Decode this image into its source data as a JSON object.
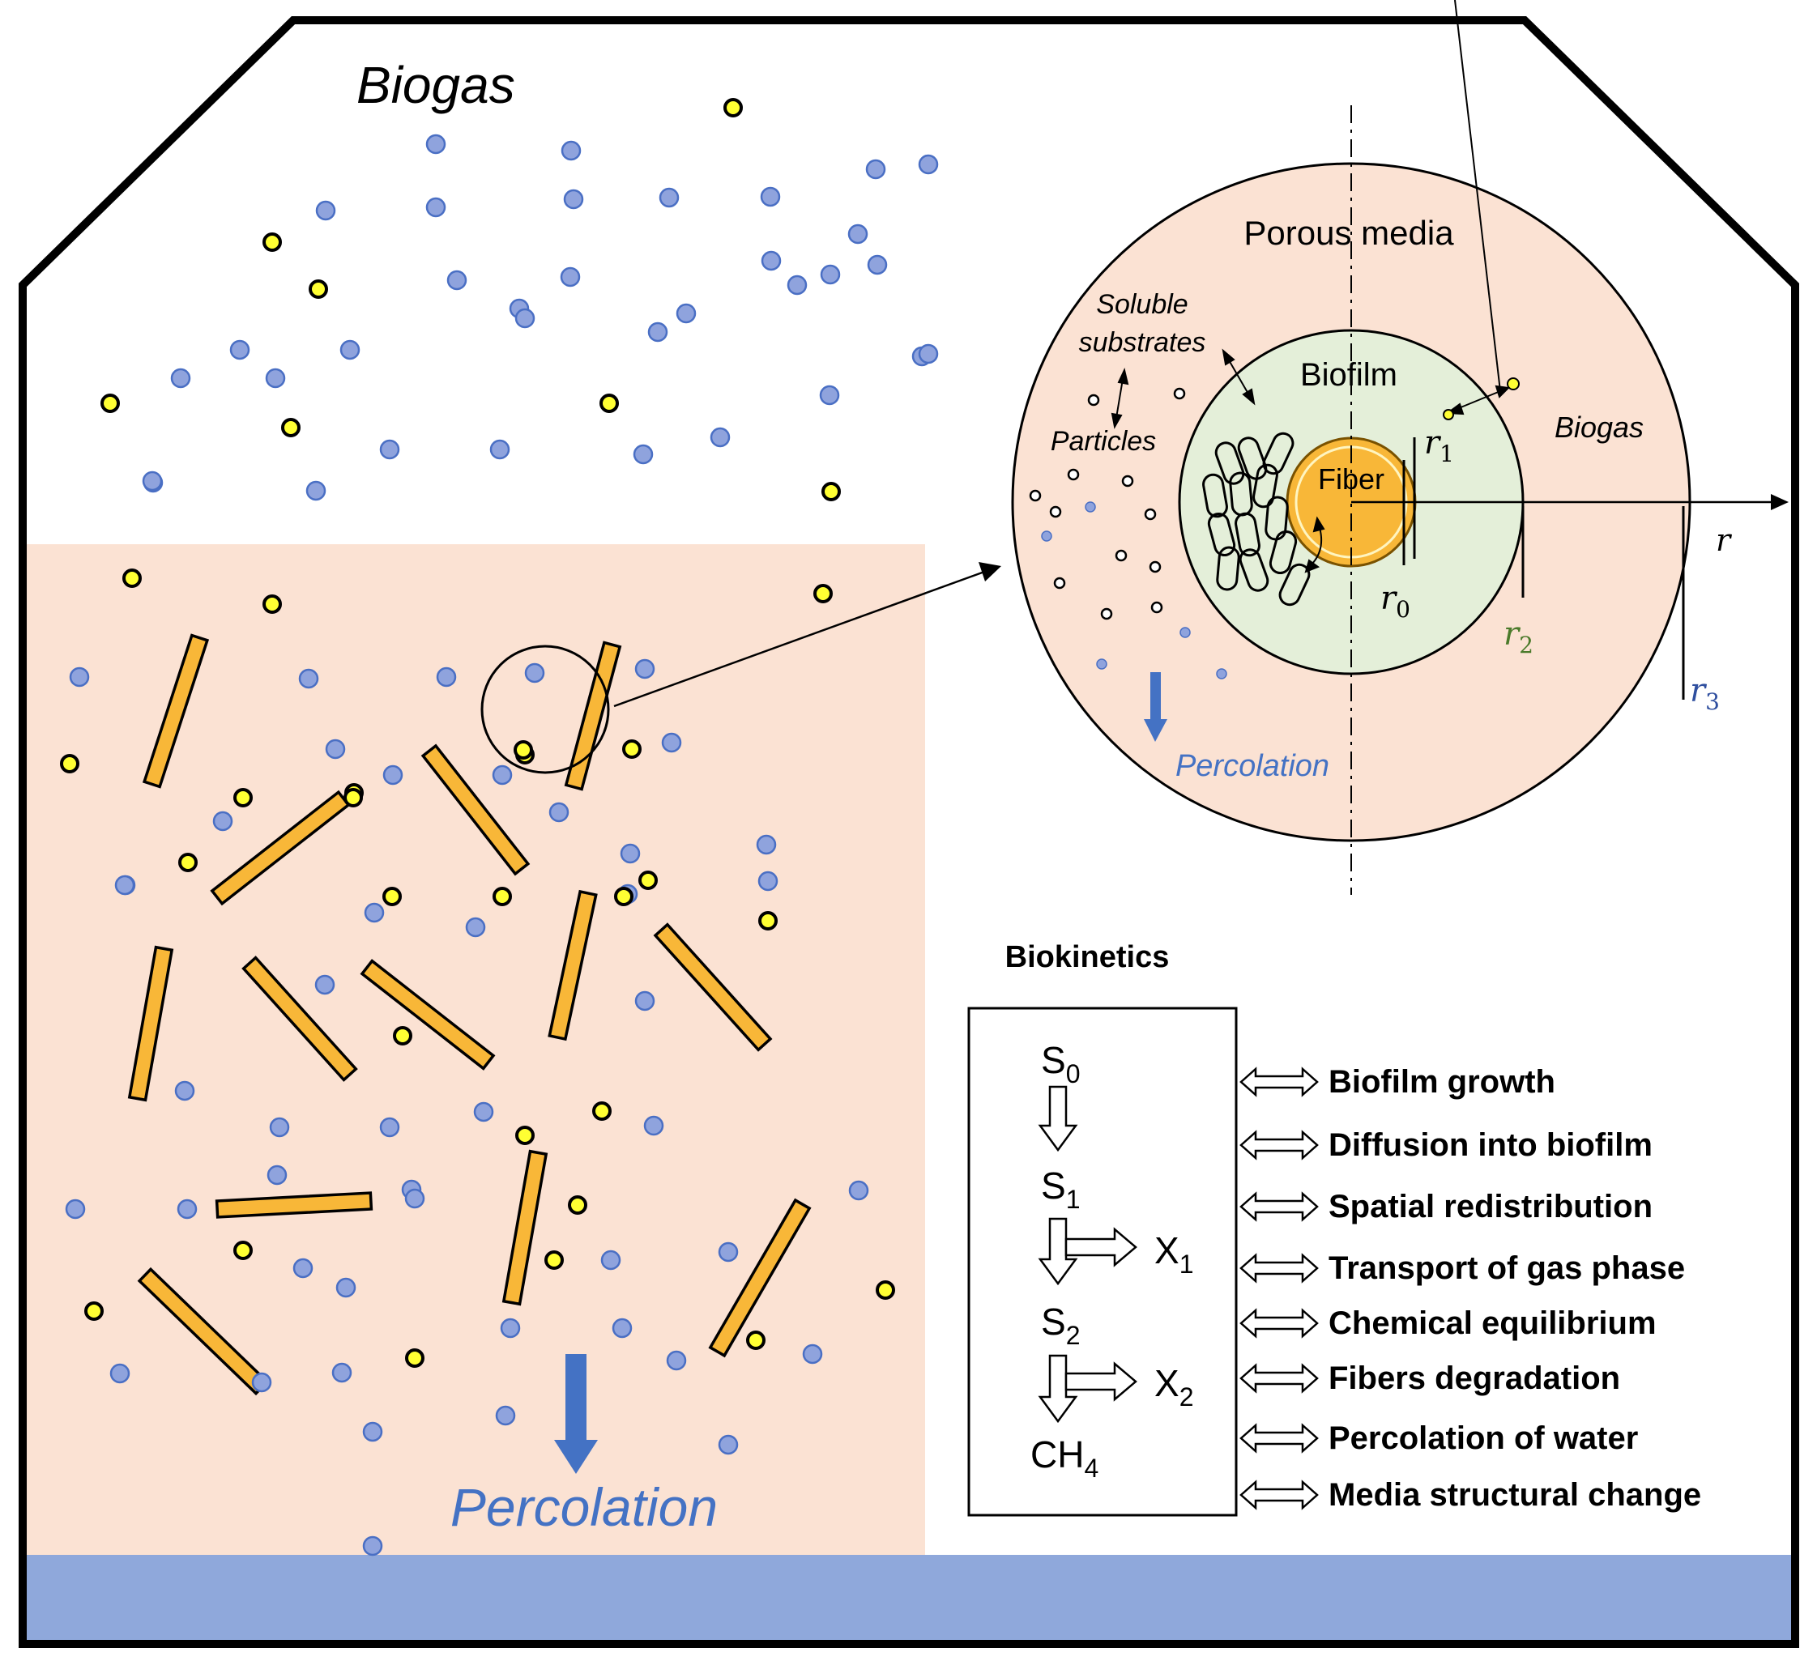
{
  "labels": {
    "biogas_top": "Biogas",
    "percolation_main": "Percolation",
    "porous_media": "Porous media",
    "soluble_substrates_1": "Soluble",
    "soluble_substrates_2": "substrates",
    "particles": "Particles",
    "biofilm": "Biofilm",
    "fiber": "Fiber",
    "biogas_inset": "Biogas",
    "percolation_inset": "Percolation",
    "r_axis": "r",
    "r0": "r",
    "r0_sub": "0",
    "r1": "r",
    "r1_sub": "1",
    "r2": "r",
    "r2_sub": "2",
    "r3": "r",
    "r3_sub": "3"
  },
  "biokinetics": {
    "title": "Biokinetics",
    "s0": "S",
    "s0_sub": "0",
    "s1": "S",
    "s1_sub": "1",
    "s2": "S",
    "s2_sub": "2",
    "x1": "X",
    "x1_sub": "1",
    "x2": "X",
    "x2_sub": "2",
    "ch4": "CH",
    "ch4_sub": "4",
    "processes": [
      "Biofilm growth",
      "Diffusion into biofilm",
      "Spatial redistribution",
      "Transport of gas phase",
      "Chemical equilibrium",
      "Fibers degradation",
      "Percolation of water",
      "Media structural change"
    ]
  },
  "colors": {
    "gas_bubble": "#ffff33",
    "liquid_drop": "#8fa3dd",
    "fiber": "#f8b738",
    "porous_bg": "#fbe2d3",
    "biofilm_bg": "#e4efd9",
    "water": "#8fa8db",
    "percolation_blue": "#4472c4"
  }
}
